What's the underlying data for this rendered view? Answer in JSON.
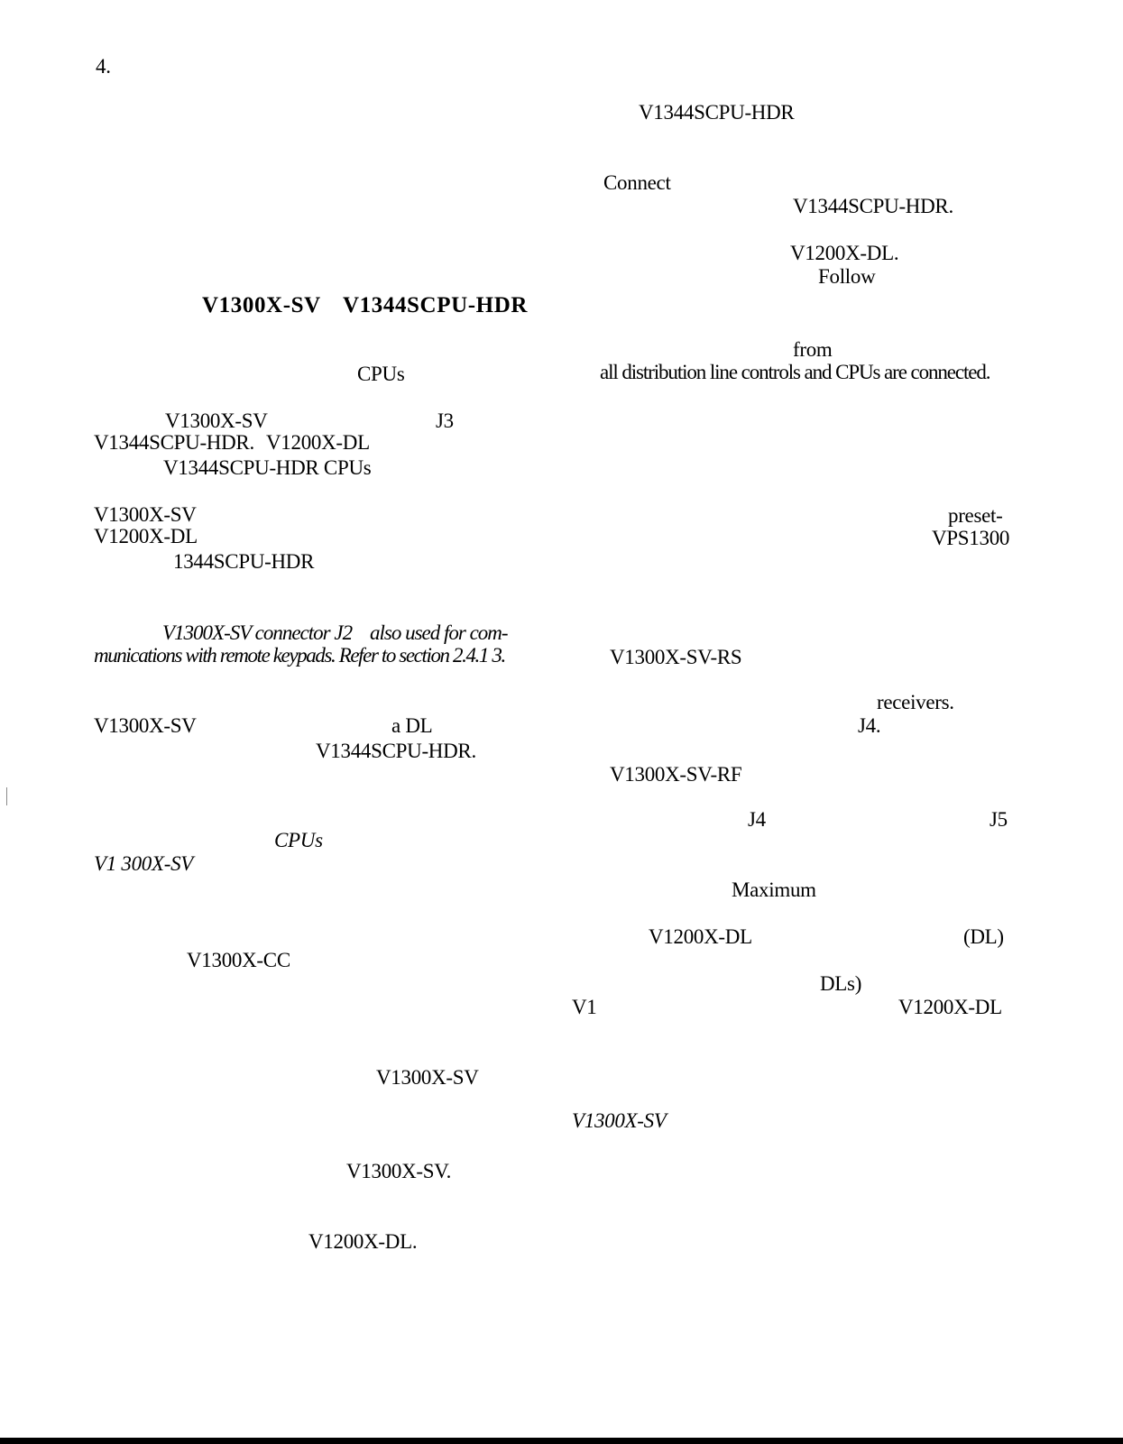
{
  "header": {
    "section_number": "4."
  },
  "heading": {
    "part_1": "V1300X-SV",
    "part_2": "V1344SCPU-HDR"
  },
  "left_column": {
    "l1": "CPUs",
    "l2a": "V1300X-SV",
    "l2b": "J3",
    "l3a": "V1344SCPU-HDR.",
    "l3b": "V1200X-DL",
    "l4": "V1344SCPU-HDR CPUs",
    "l5": "V1300X-SV",
    "l6": "V1200X-DL",
    "l7": "1344SCPU-HDR",
    "note_line_1a": "V1300X-SV connector J2",
    "note_line_1b": "also used for com-",
    "note_line_2": "munications with remote keypads. Refer to section 2.4.1 3.",
    "l8a": "V1300X-SV",
    "l8b": "a DL",
    "l9": "V1344SCPU-HDR.",
    "l10": "CPUs",
    "l11": "V1 300X-SV",
    "l12": "V1300X-CC",
    "l13": "V1300X-SV",
    "l14": "V1300X-SV.",
    "l15": "V1200X-DL."
  },
  "right_column": {
    "r1": "V1344SCPU-HDR",
    "r2": "Connect",
    "r3": "V1344SCPU-HDR.",
    "r4": "V1200X-DL.",
    "r5": "Follow",
    "r6": "from",
    "r7": "all distribution line controls and CPUs are connected.",
    "r8": "preset-",
    "r9": "VPS1300",
    "r10": "V1300X-SV-RS",
    "r11": "receivers.",
    "r12": "J4.",
    "r13": "V1300X-SV-RF",
    "r14a": "J4",
    "r14b": "J5",
    "r15": "Maximum",
    "r16a": "V1200X-DL",
    "r16b": "(DL)",
    "r17": "DLs)",
    "r18a": "V1",
    "r18b": "V1200X-DL",
    "r19": "V1300X-SV"
  }
}
